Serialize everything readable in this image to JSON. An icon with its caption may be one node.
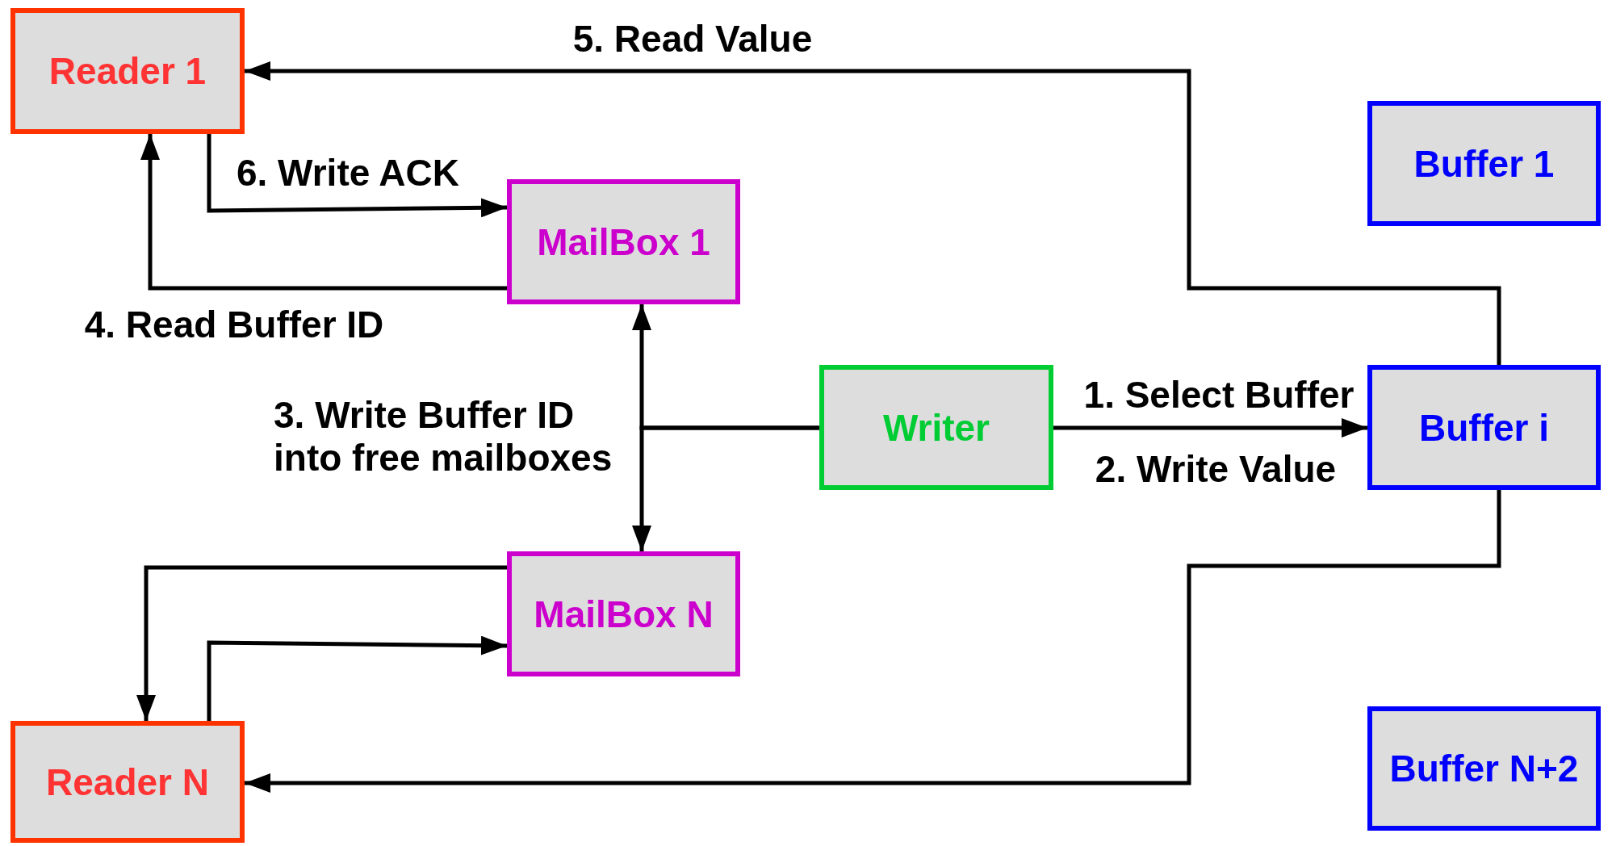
{
  "diagram": {
    "nodes": [
      {
        "text": [
          "Reader 1"
        ]
      },
      {
        "text": [
          "Buffer 1"
        ]
      },
      {
        "text": [
          "MailBox 1"
        ]
      },
      {
        "text": [
          "Writer"
        ]
      },
      {
        "text": [
          "Buffer i"
        ]
      },
      {
        "text": [
          "MailBox N"
        ]
      },
      {
        "text": [
          "Reader N"
        ]
      },
      {
        "text": [
          "Buffer N+2"
        ]
      }
    ],
    "edges": [
      {
        "from": 3,
        "to": 4,
        "arrow": "to",
        "label": "1. Select Buffer"
      },
      {
        "from": 3,
        "to": 2,
        "arrow": "to",
        "label": "3. Write Buffer ID into free mailboxes"
      },
      {
        "from": 3,
        "to": 5,
        "arrow": "to"
      },
      {
        "from": 4,
        "to": 0,
        "arrow": "to",
        "label": "5. Read Value"
      },
      {
        "from": 4,
        "to": 6,
        "arrow": "to"
      },
      {
        "from": 0,
        "to": 2,
        "arrow": "to",
        "label": "6. Write ACK"
      },
      {
        "from": 2,
        "to": 0,
        "arrow": "to",
        "label": "4. Read Buffer ID"
      },
      {
        "from": 5,
        "to": 6,
        "arrow": "to"
      },
      {
        "from": 6,
        "to": 5,
        "arrow": "to"
      }
    ],
    "labels": [
      "2. Write Value"
    ]
  }
}
